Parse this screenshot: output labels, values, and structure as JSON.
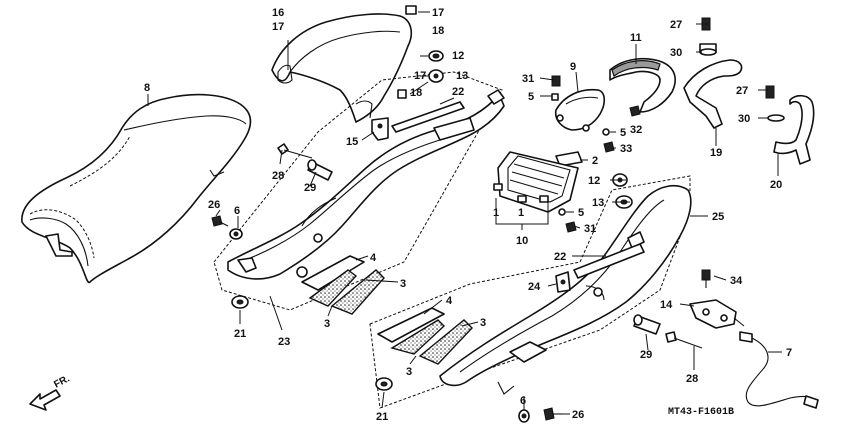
{
  "labels": [
    {
      "id": "16a",
      "text": "16"
    },
    {
      "id": "17a",
      "text": "17"
    },
    {
      "id": "17b",
      "text": "17"
    },
    {
      "id": "18a",
      "text": "18"
    },
    {
      "id": "12a",
      "text": "12"
    },
    {
      "id": "17c",
      "text": "17"
    },
    {
      "id": "13a",
      "text": "13"
    },
    {
      "id": "18b",
      "text": "18"
    },
    {
      "id": "22a",
      "text": "22"
    },
    {
      "id": "15a",
      "text": "15"
    },
    {
      "id": "8a",
      "text": "8"
    },
    {
      "id": "28a",
      "text": "28"
    },
    {
      "id": "29a",
      "text": "29"
    },
    {
      "id": "26a",
      "text": "26"
    },
    {
      "id": "6a",
      "text": "6"
    },
    {
      "id": "4a",
      "text": "4"
    },
    {
      "id": "3a",
      "text": "3"
    },
    {
      "id": "3b",
      "text": "3"
    },
    {
      "id": "21a",
      "text": "21"
    },
    {
      "id": "23a",
      "text": "23"
    },
    {
      "id": "31a",
      "text": "31"
    },
    {
      "id": "5a",
      "text": "5"
    },
    {
      "id": "9a",
      "text": "9"
    },
    {
      "id": "11a",
      "text": "11"
    },
    {
      "id": "5b",
      "text": "5"
    },
    {
      "id": "32a",
      "text": "32"
    },
    {
      "id": "33a",
      "text": "33"
    },
    {
      "id": "2a",
      "text": "2"
    },
    {
      "id": "1a",
      "text": "1"
    },
    {
      "id": "1b",
      "text": "1"
    },
    {
      "id": "10a",
      "text": "10"
    },
    {
      "id": "5c",
      "text": "5"
    },
    {
      "id": "31b",
      "text": "31"
    },
    {
      "id": "12b",
      "text": "12"
    },
    {
      "id": "13b",
      "text": "13"
    },
    {
      "id": "25a",
      "text": "25"
    },
    {
      "id": "22b",
      "text": "22"
    },
    {
      "id": "24a",
      "text": "24"
    },
    {
      "id": "4b",
      "text": "4"
    },
    {
      "id": "3c",
      "text": "3"
    },
    {
      "id": "3d",
      "text": "3"
    },
    {
      "id": "21b",
      "text": "21"
    },
    {
      "id": "6b",
      "text": "6"
    },
    {
      "id": "26b",
      "text": "26"
    },
    {
      "id": "27a",
      "text": "27"
    },
    {
      "id": "30a",
      "text": "30"
    },
    {
      "id": "27b",
      "text": "27"
    },
    {
      "id": "30b",
      "text": "30"
    },
    {
      "id": "19a",
      "text": "19"
    },
    {
      "id": "20a",
      "text": "20"
    },
    {
      "id": "34a",
      "text": "34"
    },
    {
      "id": "14a",
      "text": "14"
    },
    {
      "id": "7a",
      "text": "7"
    },
    {
      "id": "29b",
      "text": "29"
    },
    {
      "id": "28b",
      "text": "28"
    }
  ],
  "fr_label": "FR.",
  "diagram_code": "MT43-F1601B"
}
